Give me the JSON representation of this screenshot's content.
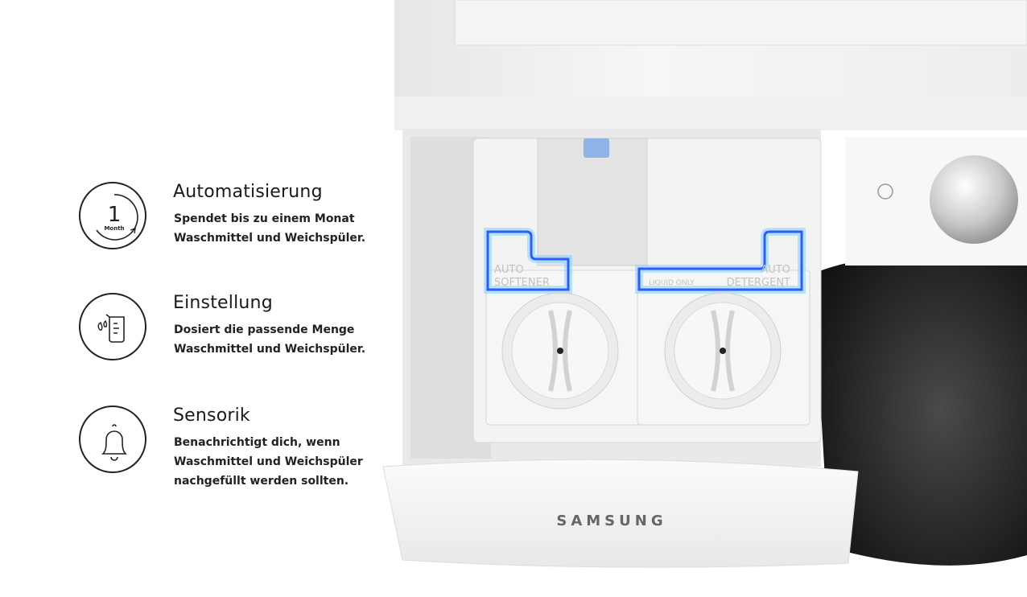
{
  "features": [
    {
      "icon": "calendar-month-icon",
      "icon_number": "1",
      "icon_label": "Month",
      "title": "Automatisierung",
      "lines": [
        "Spendet bis zu einem Monat",
        "Waschmittel und Weichspüler."
      ]
    },
    {
      "icon": "measuring-cup-icon",
      "title": "Einstellung",
      "lines": [
        "Dosiert die passende Menge",
        "Waschmittel und Weichspüler."
      ]
    },
    {
      "icon": "bell-icon",
      "title": "Sensorik",
      "lines": [
        "Benachrichtigt dich, wenn",
        "Waschmittel und Weichspüler",
        "nachgefüllt werden sollten."
      ]
    }
  ],
  "machine": {
    "brand": "SAMSUNG",
    "left_compartment": [
      "AUTO",
      "SOFTENER"
    ],
    "right_compartment_note": "LIQUID ONLY",
    "right_compartment": [
      "AUTO",
      "DETERGENT"
    ],
    "highlight_color": "#2f5bff",
    "glow_color": "#7fd3ff"
  }
}
